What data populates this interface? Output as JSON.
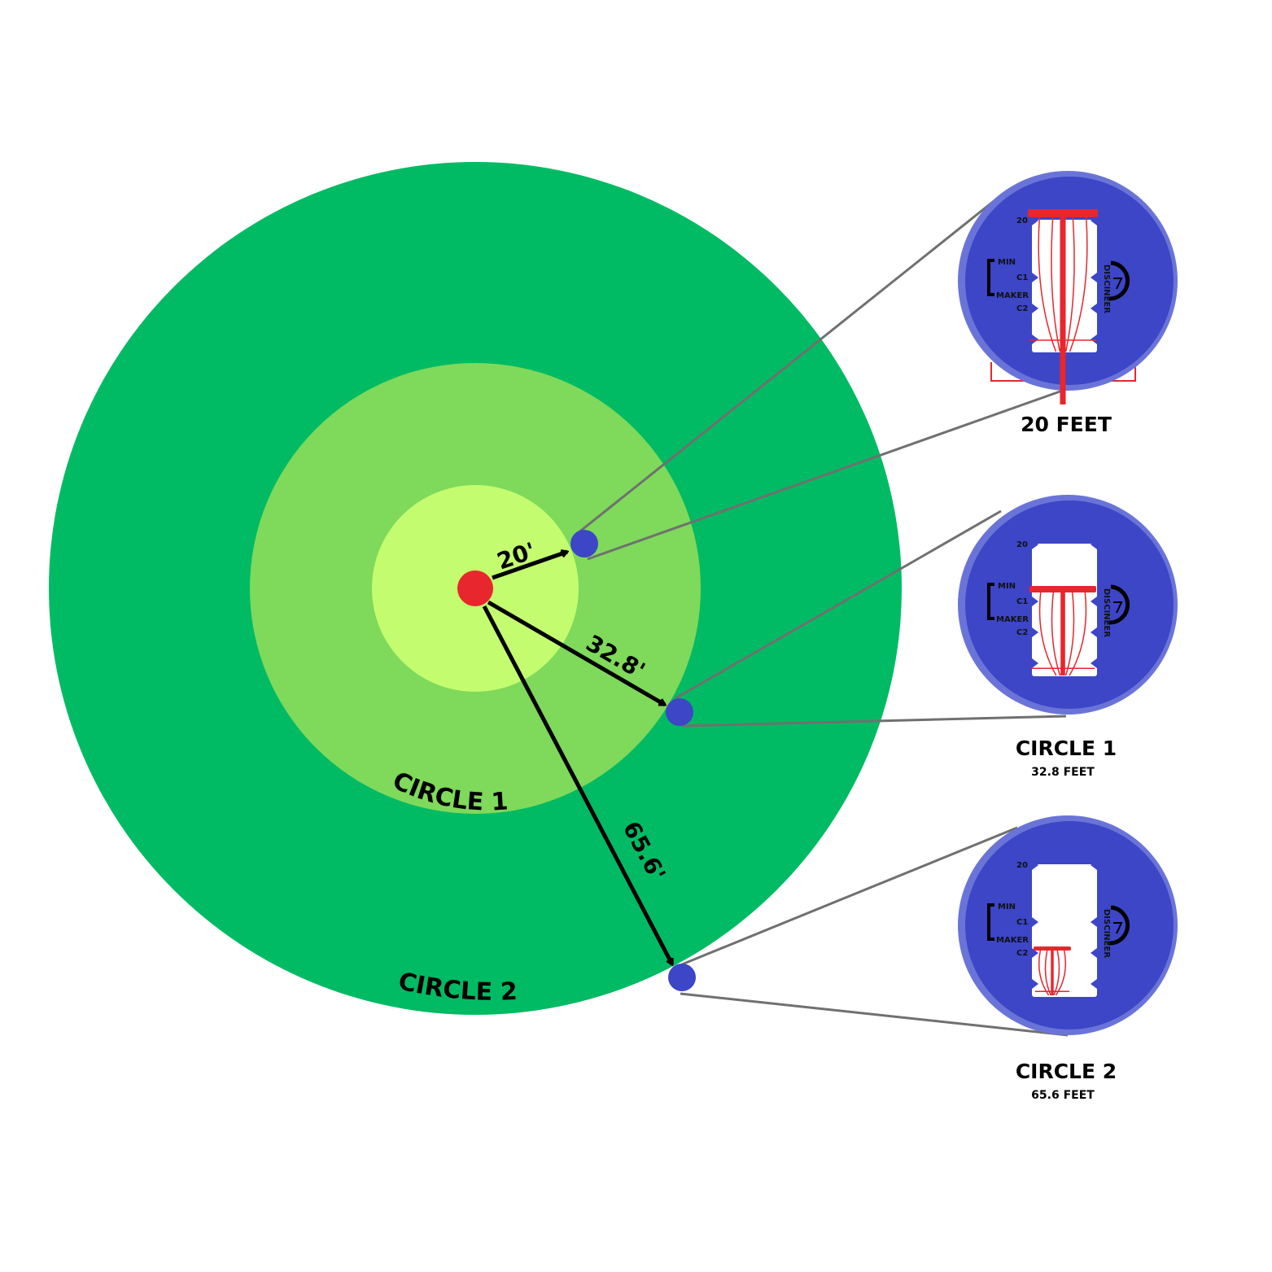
{
  "colors": {
    "outer_zone": "#00bb63",
    "circle1_zone": "#7fd95a",
    "inner_zone": "#c3fd6f",
    "basket_dot": "#e8262d",
    "position_dot": "#3c46c6",
    "disc": "#3c46c6",
    "disc_rim": "#6a74d8",
    "connector": "#707070"
  },
  "zones": {
    "circle1_label": "CIRCLE 1",
    "circle2_label": "CIRCLE 2"
  },
  "arrows": [
    {
      "label": "20'",
      "distance_feet": 20
    },
    {
      "label": "32.8'",
      "distance_feet": 32.8
    },
    {
      "label": "65.6'",
      "distance_feet": 65.6
    }
  ],
  "disc_markings": {
    "mark_20": "20",
    "mark_c1": "C1",
    "mark_c2": "C2",
    "logo_left_top": "MIN",
    "logo_left_bottom": "MAKER",
    "logo_right": "DISCINEER"
  },
  "callouts": [
    {
      "title": "20 FEET",
      "subtitle": ""
    },
    {
      "title": "CIRCLE 1",
      "subtitle": "32.8 FEET"
    },
    {
      "title": "CIRCLE 2",
      "subtitle": "65.6 FEET"
    }
  ]
}
